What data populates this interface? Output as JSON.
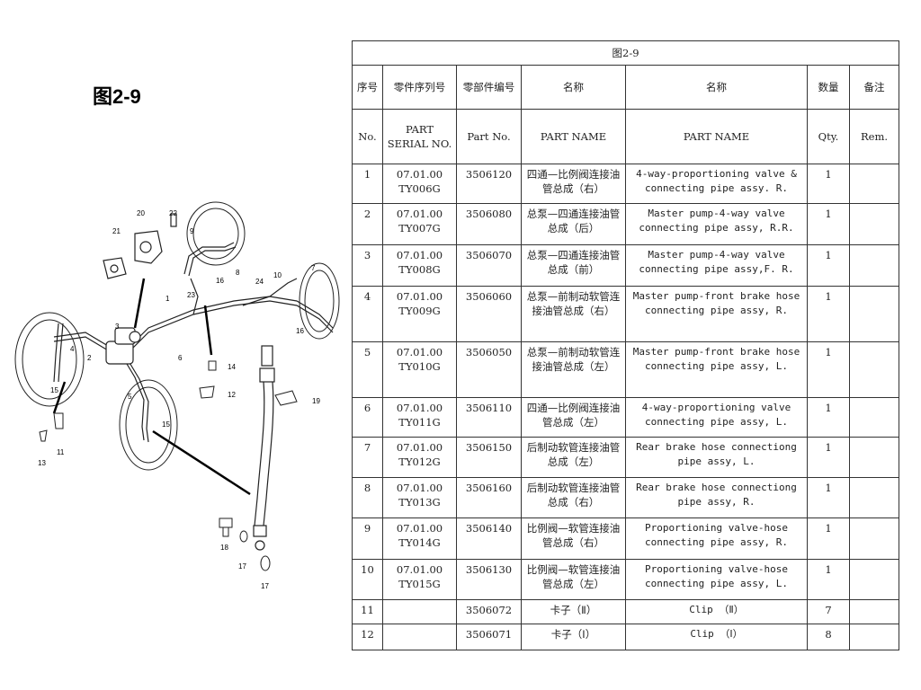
{
  "page_title": "图2-9",
  "table": {
    "caption": "图2-9",
    "header_cn": [
      "序号",
      "零件序列号",
      "零部件编号",
      "名称",
      "名称",
      "数量",
      "备注"
    ],
    "header_en": [
      "No.",
      "PART SERIAL NO.",
      "Part No.",
      "PART NAME",
      "PART NAME",
      "Qty.",
      "Rem."
    ],
    "rows": [
      {
        "no": "1",
        "serial": "07.01.00 TY006G",
        "part_no": "3506120",
        "name_cn": "四通—比例阀连接油管总成（右）",
        "name_en": "4-way-proportioning valve & connecting pipe assy. R.",
        "qty": "1",
        "rem": ""
      },
      {
        "no": "2",
        "serial": "07.01.00 TY007G",
        "part_no": "3506080",
        "name_cn": "总泵—四通连接油管总成（后）",
        "name_en": "Master pump-4-way valve connecting pipe assy, R.R.",
        "qty": "1",
        "rem": ""
      },
      {
        "no": "3",
        "serial": "07.01.00 TY008G",
        "part_no": "3506070",
        "name_cn": "总泵—四通连接油管总成（前）",
        "name_en": "Master pump-4-way valve connecting pipe assy,F. R.",
        "qty": "1",
        "rem": ""
      },
      {
        "no": "4",
        "serial": "07.01.00 TY009G",
        "part_no": "3506060",
        "name_cn": "总泵—前制动软管连接油管总成（右）",
        "name_en": "Master pump-front brake hose connecting pipe assy, R.",
        "qty": "1",
        "rem": ""
      },
      {
        "no": "5",
        "serial": "07.01.00 TY010G",
        "part_no": "3506050",
        "name_cn": "总泵—前制动软管连接油管总成（左）",
        "name_en": "Master pump-front brake hose  connecting pipe assy, L.",
        "qty": "1",
        "rem": ""
      },
      {
        "no": "6",
        "serial": "07.01.00 TY011G",
        "part_no": "3506110",
        "name_cn": "四通—比例阀连接油管总成（左）",
        "name_en": "4-way-proportioning valve connecting pipe assy, L.",
        "qty": "1",
        "rem": ""
      },
      {
        "no": "7",
        "serial": "07.01.00 TY012G",
        "part_no": "3506150",
        "name_cn": "后制动软管连接油管总成（左）",
        "name_en": "Rear brake hose connectiong pipe assy, L.",
        "qty": "1",
        "rem": ""
      },
      {
        "no": "8",
        "serial": "07.01.00 TY013G",
        "part_no": "3506160",
        "name_cn": "后制动软管连接油管总成（右）",
        "name_en": "Rear brake hose connectiong pipe assy, R.",
        "qty": "1",
        "rem": ""
      },
      {
        "no": "9",
        "serial": "07.01.00 TY014G",
        "part_no": "3506140",
        "name_cn": "比例阀—软管连接油管总成（右）",
        "name_en": "Proportioning valve-hose connecting pipe assy, R.",
        "qty": "1",
        "rem": ""
      },
      {
        "no": "10",
        "serial": "07.01.00 TY015G",
        "part_no": "3506130",
        "name_cn": "比例阀—软管连接油管总成（左）",
        "name_en": "Proportioning valve-hose connecting pipe assy, L.",
        "qty": "1",
        "rem": ""
      },
      {
        "no": "11",
        "serial": "",
        "part_no": "3506072",
        "name_cn": "卡子（Ⅱ）",
        "name_en": "Clip （Ⅱ）",
        "qty": "7",
        "rem": ""
      },
      {
        "no": "12",
        "serial": "",
        "part_no": "3506071",
        "name_cn": "卡子（Ⅰ）",
        "name_en": "Clip （Ⅰ）",
        "qty": "8",
        "rem": ""
      }
    ]
  },
  "diagram": {
    "callouts": [
      "20",
      "22",
      "21",
      "9",
      "8",
      "16",
      "23",
      "10",
      "24",
      "7",
      "1",
      "3",
      "4",
      "2",
      "6",
      "16",
      "14",
      "12",
      "19",
      "15",
      "5",
      "15",
      "11",
      "13",
      "18",
      "17",
      "17"
    ]
  }
}
